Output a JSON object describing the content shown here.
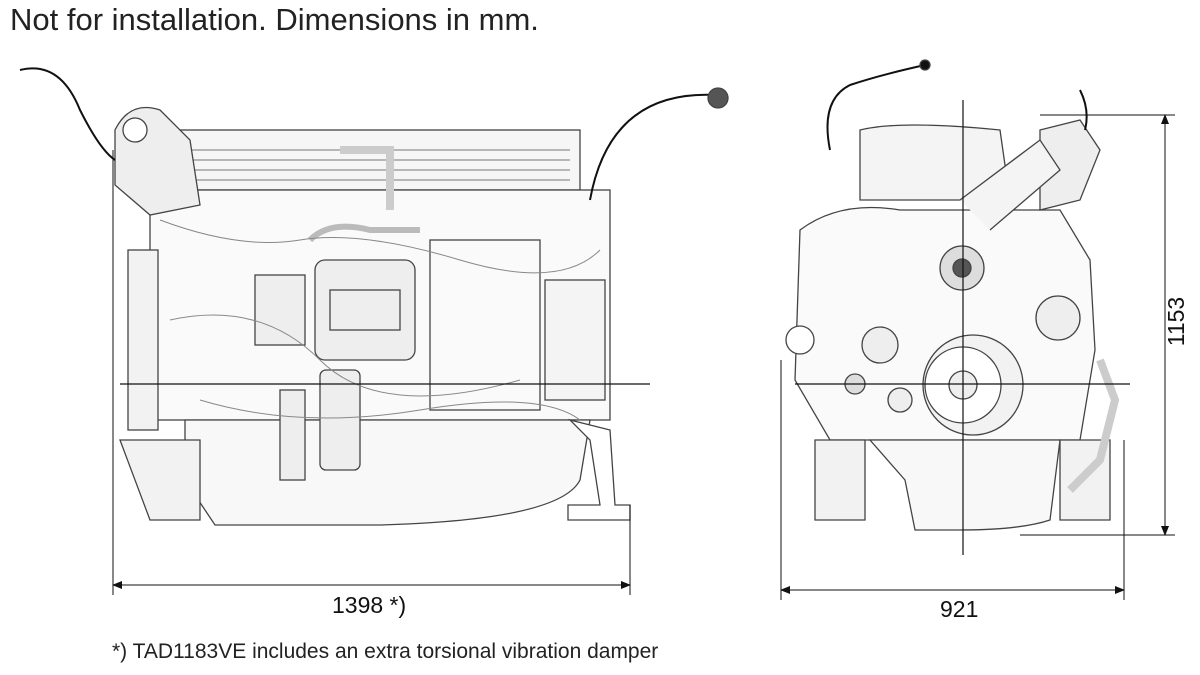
{
  "header": {
    "title": "Not for installation. Dimensions in mm."
  },
  "side_view": {
    "length_label": "1398 *)"
  },
  "front_view": {
    "width_label": "921",
    "height_label": "1153"
  },
  "footnote": "*) TAD1183VE includes an extra torsional vibration damper"
}
